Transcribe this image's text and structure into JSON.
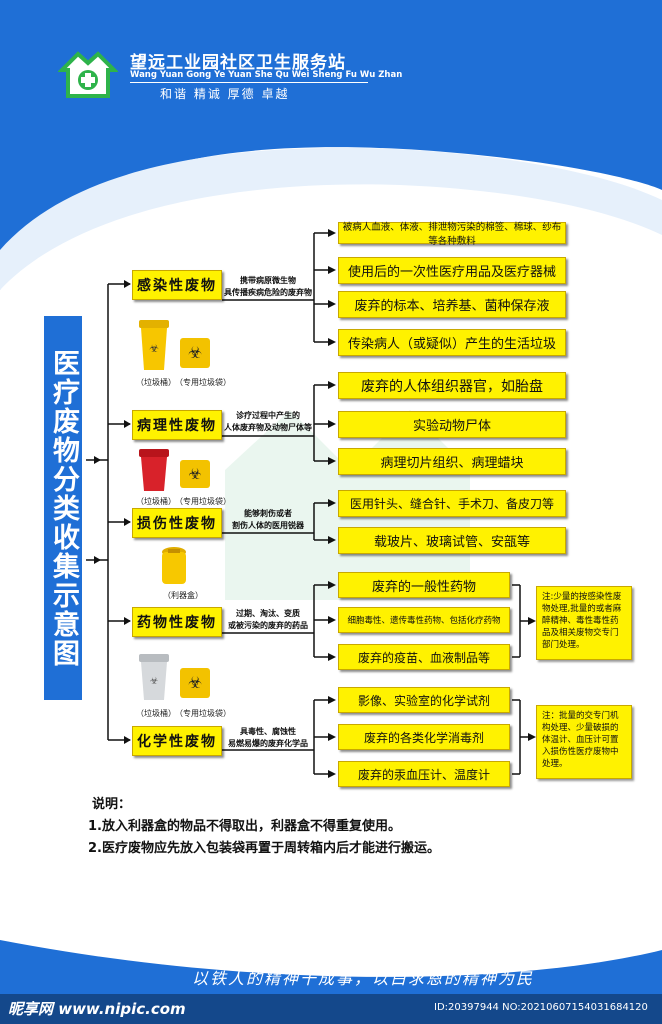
{
  "header": {
    "org_name": "望远工业园社区卫生服务站",
    "org_pinyin": "Wang Yuan Gong Ye Yuan She Qu Wei Sheng Fu Wu Zhan",
    "slogan": "和谐 精诚 厚德 卓越"
  },
  "title": "医疗废物分类收集示意图",
  "categories": [
    {
      "name": "感染性废物",
      "desc": [
        "携带病原微生物",
        "具传播疾病危险的废弃物"
      ],
      "items": [
        "被病人血液、体液、排泄物污染的棉签、棉球、纱布等各种敷料",
        "使用后的一次性医疗用品及医疗器械",
        "废弃的标本、培养基、菌种保存液",
        "传染病人（或疑似）产生的生活垃圾"
      ]
    },
    {
      "name": "病理性废物",
      "desc": [
        "诊疗过程中产生的",
        "人体废弃物及动物尸体等"
      ],
      "items": [
        "废弃的人体组织器官，如胎盘",
        "实验动物尸体",
        "病理切片组织、病理蜡块"
      ]
    },
    {
      "name": "损伤性废物",
      "desc": [
        "能够刺伤或者",
        "割伤人体的医用锐器"
      ],
      "items": [
        "医用针头、缝合针、手术刀、备皮刀等",
        "载玻片、玻璃试管、安瓿等"
      ]
    },
    {
      "name": "药物性废物",
      "desc": [
        "过期、淘汰、变质",
        "或被污染的废弃的药品"
      ],
      "items": [
        "废弃的一般性药物",
        "细胞毒性、遗传毒性药物、包括化疗药物",
        "废弃的疫苗、血液制品等"
      ],
      "note": "注:少量的按感染性废物处理,批量的或者麻醉精神、毒性毒性药品及相关废物交专门部门处理。"
    },
    {
      "name": "化学性废物",
      "desc": [
        "具毒性、腐蚀性",
        "易燃易爆的废弃化学品"
      ],
      "items": [
        "影像、实验室的化学试剂",
        "废弃的各类化学消毒剂",
        "废弃的汞血压计、温度计"
      ],
      "note": "注：批量的交专门机构处理、少量破损的体温计、血压计可置入损伤性医疗废物中处理。"
    }
  ],
  "containers": {
    "bin_label": "（垃圾桶）",
    "bag_label": "（专用垃圾袋）",
    "sharps_label": "（利器盒）"
  },
  "notes": {
    "heading": "说明：",
    "lines": [
      "1.放入利器盒的物品不得取出，利器盒不得重复使用。",
      "2.医疗废物应先放入包装袋再置于周转箱内后才能进行搬运。"
    ]
  },
  "footer": {
    "motto": "以铁人的精神干成事，以白求恩的精神为民",
    "watermark_site": "昵享网 www.nipic.com",
    "watermark_id": "ID:20397944 NO:20210607154031684120"
  },
  "colors": {
    "blue": "#1f6fd6",
    "yellow": "#fff200",
    "green": "#2eb34a"
  }
}
